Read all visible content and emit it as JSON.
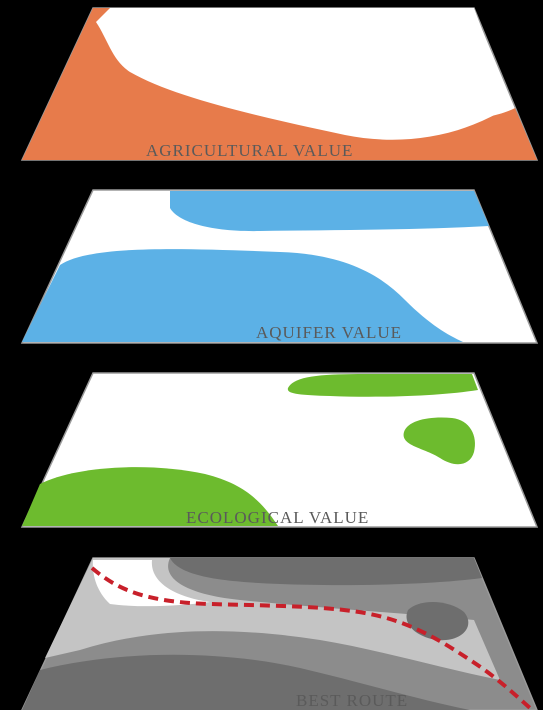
{
  "layers": [
    {
      "id": "agricultural",
      "label": "AGRICULTURAL VALUE",
      "color": "#E77B4B"
    },
    {
      "id": "aquifer",
      "label": "AQUIFER VALUE",
      "color": "#5CB1E6"
    },
    {
      "id": "ecological",
      "label": "ECOLOGICAL VALUE",
      "color": "#6DBB2E"
    },
    {
      "id": "best-route",
      "label": "BEST ROUTE",
      "color": "#8C8C8C",
      "route_color": "#C8202A"
    }
  ]
}
